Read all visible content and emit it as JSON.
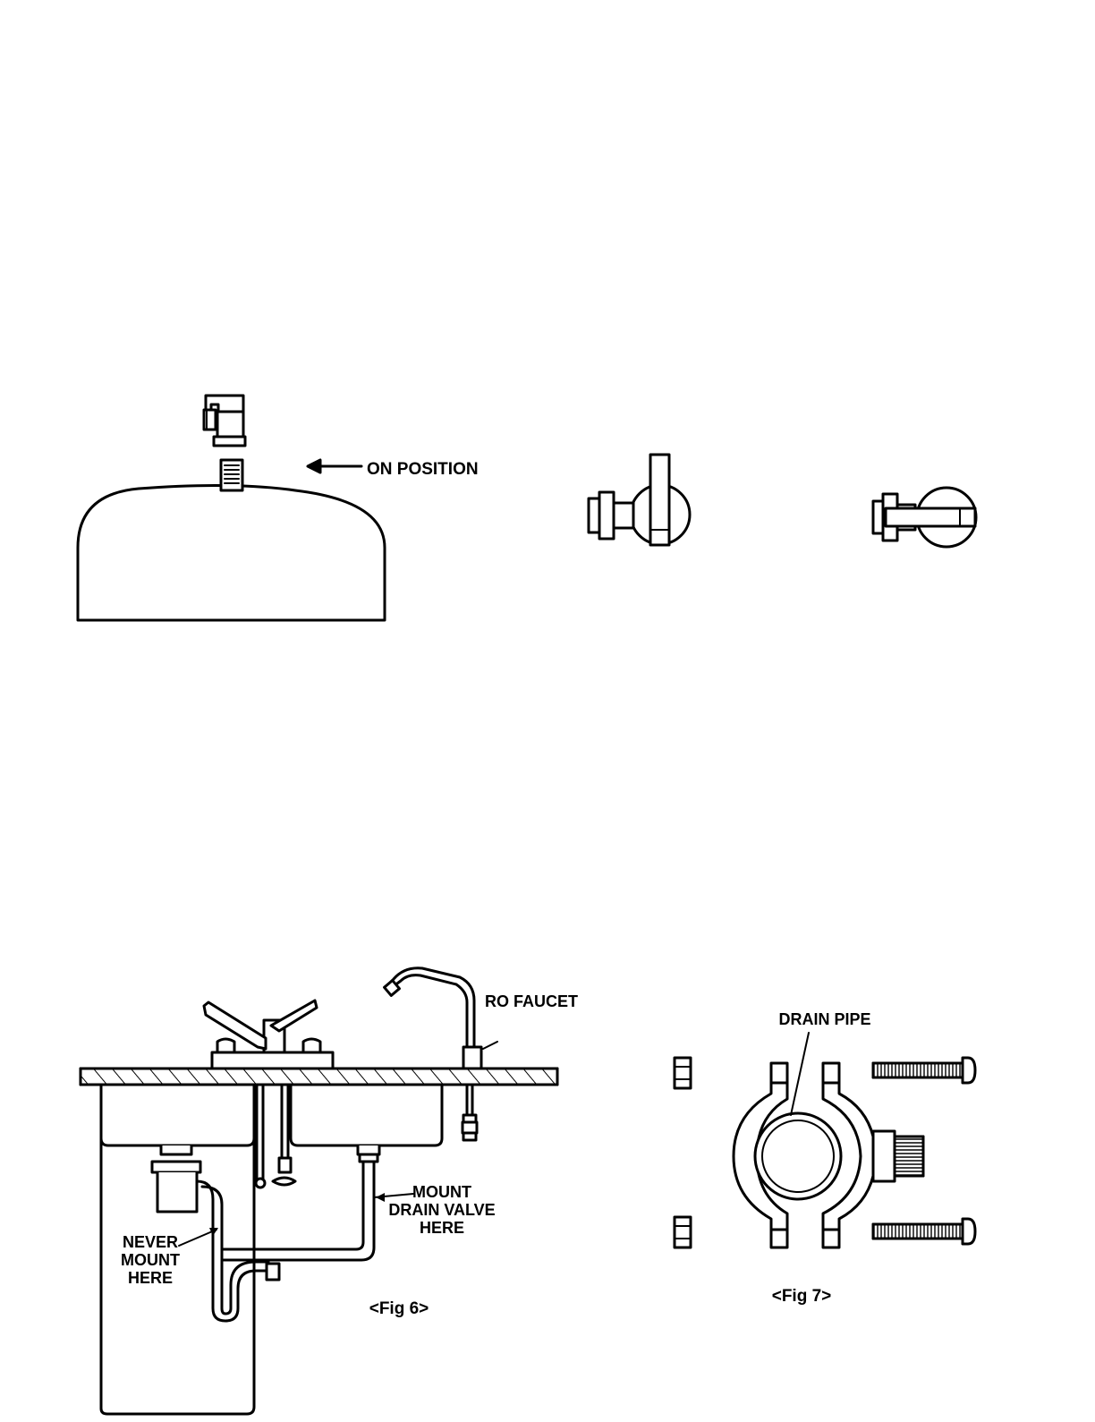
{
  "colors": {
    "ink": "#000000",
    "paper": "#ffffff"
  },
  "tank_figure": {
    "label": "ON POSITION"
  },
  "sink_figure": {
    "labels": {
      "ro_faucet": "RO FAUCET",
      "mount_line1": "MOUNT",
      "mount_line2": "DRAIN VALVE",
      "mount_line3": "HERE",
      "never_line1": "NEVER",
      "never_line2": "MOUNT",
      "never_line3": "HERE"
    },
    "caption": "<Fig 6>"
  },
  "clamp_figure": {
    "label": "DRAIN PIPE",
    "caption": "<Fig 7>"
  },
  "icons": [
    "tank-valve-icon",
    "valve-open-icon",
    "valve-closed-icon",
    "sink-icon",
    "drain-saddle-clamp-icon"
  ]
}
